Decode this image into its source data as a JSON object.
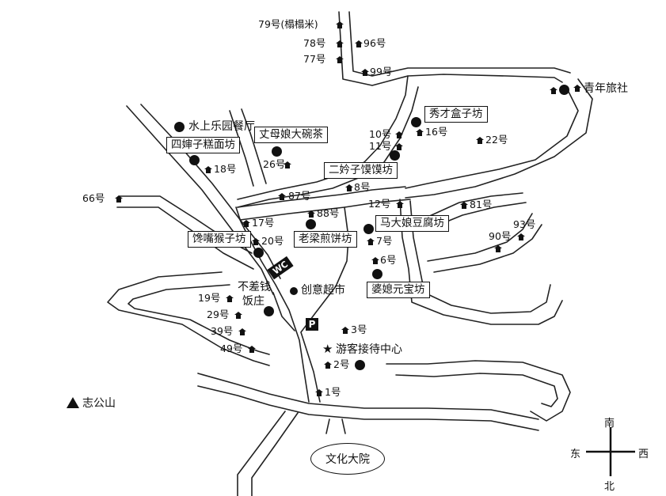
{
  "houses": [
    "79号(榻榻米)",
    "78号",
    "96号",
    "77号",
    "99号",
    "10号",
    "11号",
    "16号",
    "22号",
    "18号",
    "26号",
    "8号",
    "87号",
    "66号",
    "12号",
    "81号",
    "17号",
    "88号",
    "20号",
    "7号",
    "93号",
    "90号",
    "6号",
    "19号",
    "29号",
    "39号",
    "49号",
    "3号",
    "2号",
    "1号"
  ],
  "places": {
    "hostel": "青年旅社",
    "water_park": "水上乐园餐厅",
    "siwei": "四婶子糕面坊",
    "zhangmu": "丈母娘大碗茶",
    "erlian": "二妗子馍馍坊",
    "xiucai": "秀才盒子坊",
    "madaniang": "马大娘豆腐坊",
    "laoliang": "老梁煎饼坊",
    "chanzui": "馋嘴猴子坊",
    "poxi": "婆媳元宝坊",
    "chuangyi": "创意超市",
    "bucha_1": "不差钱",
    "bucha_2": "饭庄",
    "visitor": "游客接待中心",
    "mountain": "志公山",
    "culture": "文化大院",
    "wc": "WC",
    "parking": "P"
  },
  "compass": {
    "north": "北",
    "south": "南",
    "east": "东",
    "west": "西"
  }
}
